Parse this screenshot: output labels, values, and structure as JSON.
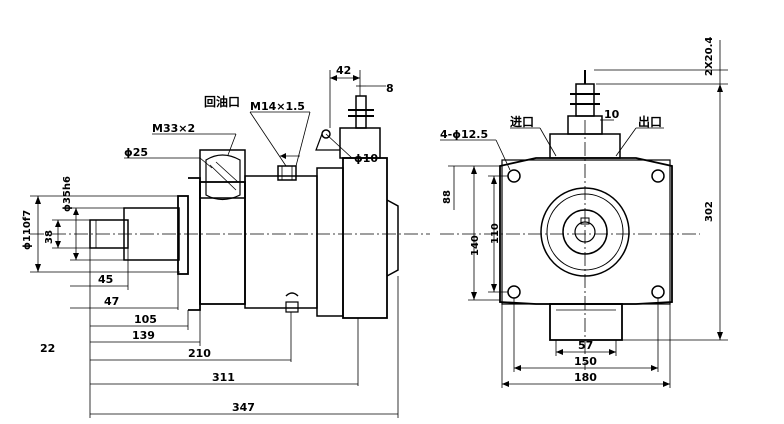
{
  "side_view": {
    "labels": {
      "return_port": "回油口",
      "thread_m14": "M14×1.5",
      "thread_m33": "M33×2",
      "dia_25": "ϕ25",
      "dia_10": "ϕ10",
      "dia_35h6": "ϕ35h6",
      "dia_110f7": "ϕ110f7",
      "dim_38": "38",
      "dim_42": "42",
      "dim_8": "8",
      "dim_22": "22"
    },
    "bottom_dims": [
      "45",
      "47",
      "105",
      "139",
      "210",
      "311",
      "347"
    ]
  },
  "front_view": {
    "labels": {
      "bolt_holes": "4-ϕ12.5",
      "inlet": "进口",
      "outlet": "出口",
      "dim_10": "10",
      "dim_2x20_4": "2X20.4",
      "dim_302": "302",
      "dim_88": "88",
      "dim_140": "140",
      "dim_110": "110",
      "dim_57": "57",
      "dim_150": "150",
      "dim_180": "180"
    }
  }
}
